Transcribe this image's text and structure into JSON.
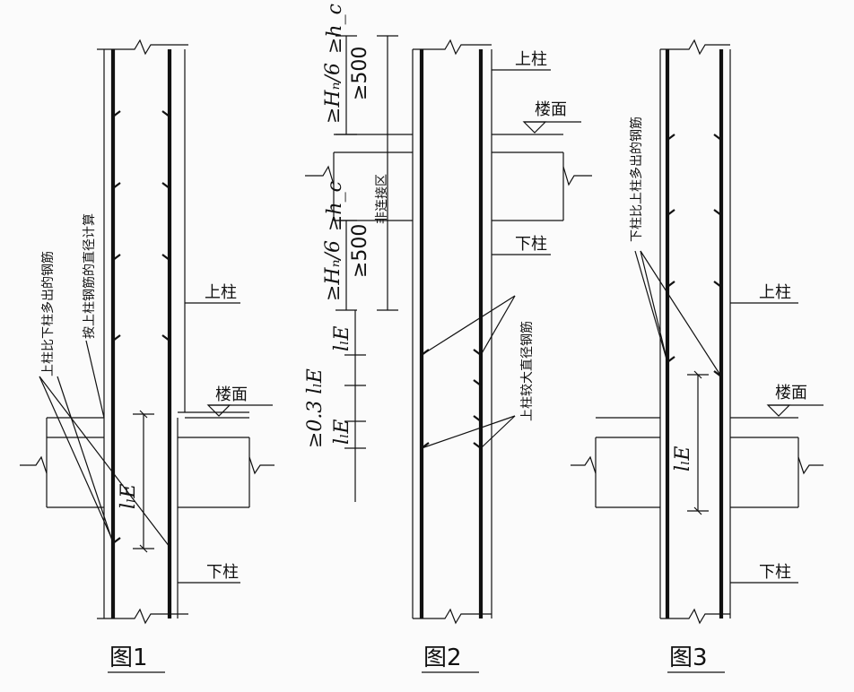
{
  "labels": {
    "upper_column": "上柱",
    "lower_column": "下柱",
    "floor": "楼面",
    "non_connection_zone": "非连接区",
    "fig1_note_1": "上柱比下柱多出的钢筋",
    "fig1_note_2": "按上柱钢筋的直径计算",
    "fig2_note": "上柱较大直径钢筋",
    "fig3_note": "下柱比上柱多出的钢筋",
    "lle": "lₗE",
    "hn6": "≥Hₙ/6",
    "hc": "≥h_c",
    "500": "≥500",
    "03lle": "≥0.3 lₗE"
  },
  "figures": [
    {
      "caption": "图1"
    },
    {
      "caption": "图2"
    },
    {
      "caption": "图3"
    }
  ]
}
